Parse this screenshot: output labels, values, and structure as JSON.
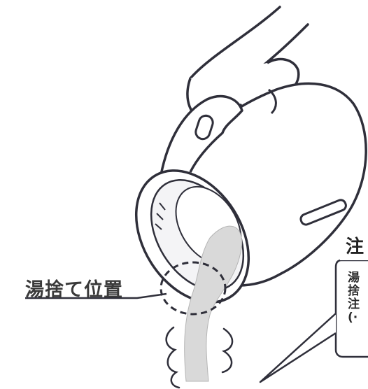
{
  "callout": {
    "label": "湯捨て位置"
  },
  "note": {
    "title": "注",
    "lines": [
      "湯",
      "捨",
      "注",
      "(·"
    ]
  },
  "colors": {
    "line": "#2f2f3a",
    "water": "#d9d9d9",
    "label": "#3a3a3a"
  }
}
